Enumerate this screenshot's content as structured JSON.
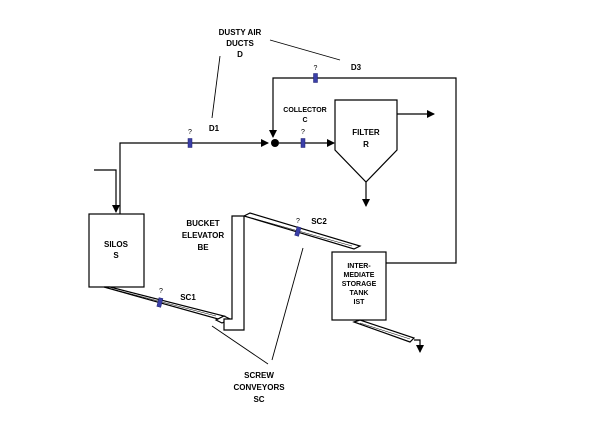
{
  "labels": {
    "dusty_air_ducts_1": "DUSTY AIR",
    "dusty_air_ducts_2": "DUCTS",
    "dusty_air_ducts_3": "D",
    "d1": "D1",
    "d3": "D3",
    "collector_1": "COLLECTOR",
    "collector_2": "C",
    "filter_1": "FILTER",
    "filter_2": "R",
    "silos_1": "SILOS",
    "silos_2": "S",
    "bucket_1": "BUCKET",
    "bucket_2": "ELEVATOR",
    "bucket_3": "BE",
    "sc1": "SC1",
    "sc2": "SC2",
    "ist_1": "INTER-",
    "ist_2": "MEDIATE",
    "ist_3": "STORAGE",
    "ist_4": "TANK",
    "ist_5": "IST",
    "screw_1": "SCREW",
    "screw_2": "CONVEYORS",
    "screw_3": "SC"
  },
  "sensors": {
    "mark": "?",
    "color": "#3b3fa8"
  }
}
